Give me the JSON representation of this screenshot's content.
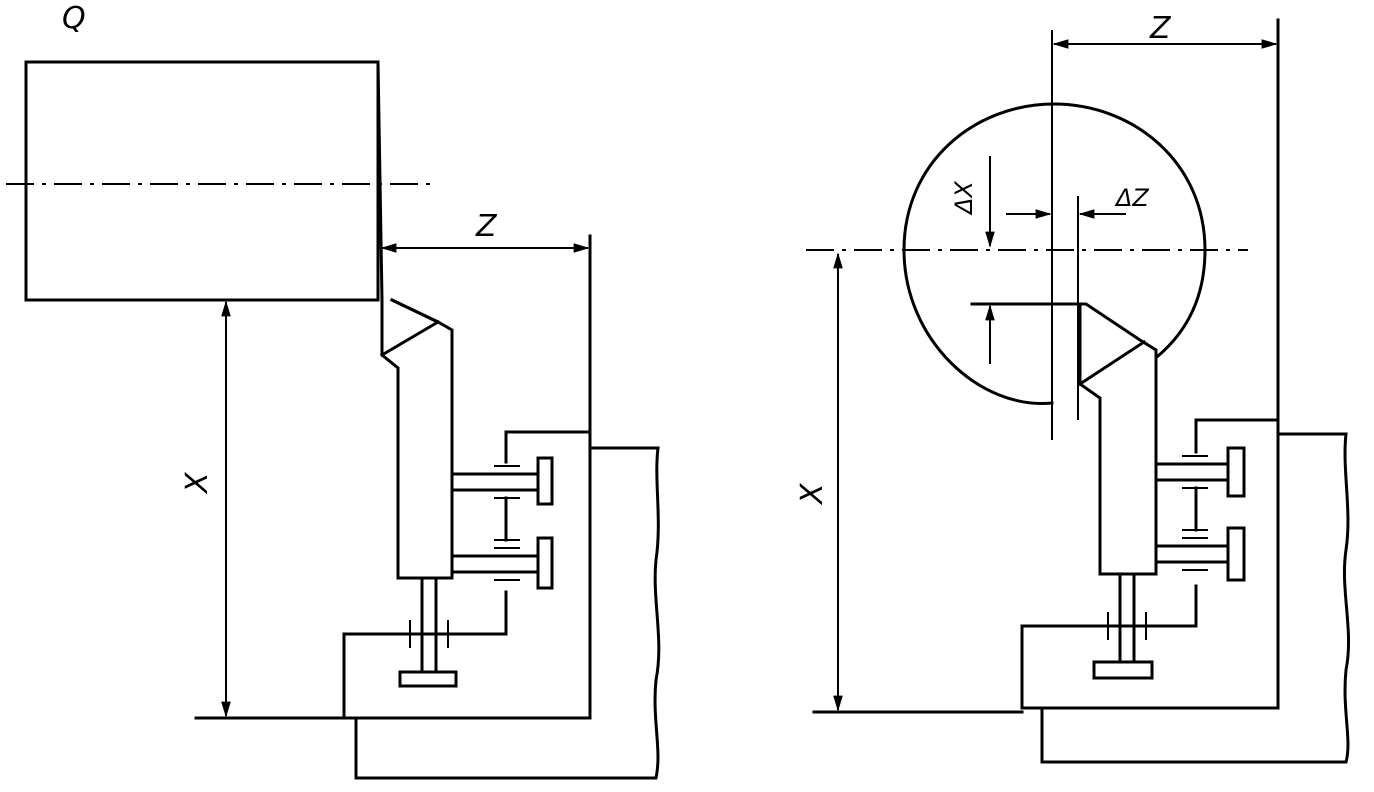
{
  "labels": {
    "corner": "Q",
    "left_z": "Z",
    "left_x": "X",
    "right_z": "Z",
    "right_x": "X",
    "right_dx": "ΔX",
    "right_dz": "ΔZ"
  }
}
